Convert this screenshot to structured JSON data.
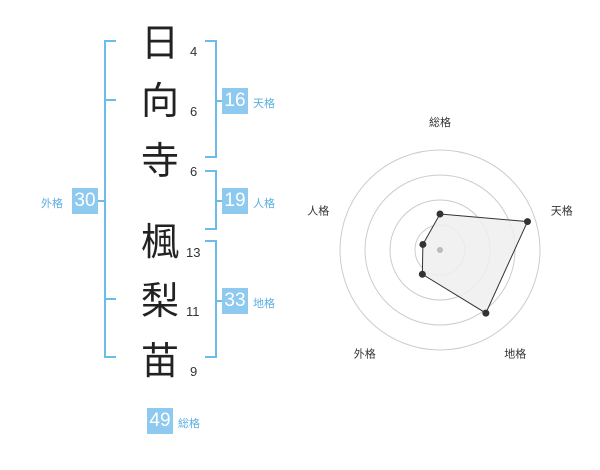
{
  "name": {
    "characters": [
      {
        "char": "日",
        "strokes": "4"
      },
      {
        "char": "向",
        "strokes": "6"
      },
      {
        "char": "寺",
        "strokes": "6"
      },
      {
        "char": "楓",
        "strokes": "13"
      },
      {
        "char": "梨",
        "strokes": "11"
      },
      {
        "char": "苗",
        "strokes": "9"
      }
    ]
  },
  "kakusu": {
    "tenkaku": {
      "value": "16",
      "label": "天格"
    },
    "jinkaku": {
      "value": "19",
      "label": "人格"
    },
    "chikaku": {
      "value": "33",
      "label": "地格"
    },
    "gaikaku": {
      "value": "30",
      "label": "外格"
    },
    "soukaku": {
      "value": "49",
      "label": "総格"
    }
  },
  "chart_data": {
    "type": "radar",
    "axes": [
      "総格",
      "天格",
      "地格",
      "外格",
      "人格"
    ],
    "values": [
      1.8,
      4.6,
      3.9,
      1.5,
      0.9
    ],
    "rmax": 5,
    "grid_rings": 4,
    "colors": {
      "line": "#333333",
      "fill": "#eeeeee",
      "grid": "#cccccc",
      "point": "#333333",
      "center": "#bbbbbb"
    }
  },
  "colors": {
    "accent": "#8ec9f0",
    "bracket": "#6bbcec",
    "label": "#5aaee3"
  }
}
